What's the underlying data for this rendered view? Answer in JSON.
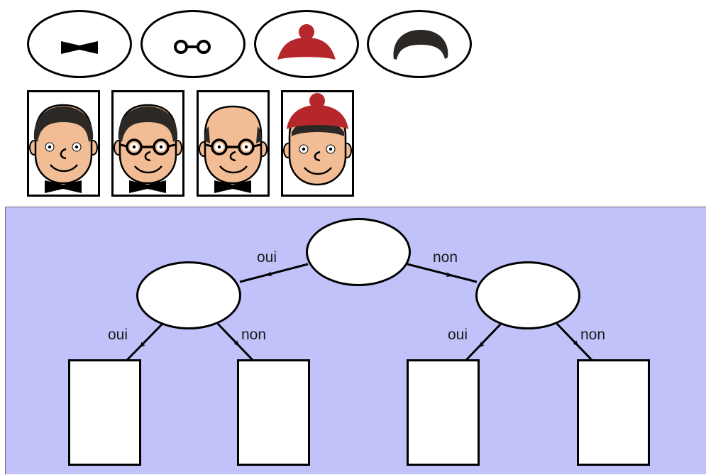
{
  "tokens": [
    {
      "icon": "bowtie-icon"
    },
    {
      "icon": "glasses-icon"
    },
    {
      "icon": "red-bun-hat-icon"
    },
    {
      "icon": "dark-hair-icon"
    }
  ],
  "cards": [
    {
      "face": "face-dark-hair-bowtie"
    },
    {
      "face": "face-dark-hair-glasses-bowtie"
    },
    {
      "face": "face-bald-glasses-bowtie"
    },
    {
      "face": "face-red-hat"
    }
  ],
  "tree": {
    "edge_labels": {
      "root_left": "oui",
      "root_right": "non",
      "left_left": "oui",
      "left_right": "non",
      "right_left": "oui",
      "right_right": "non"
    }
  },
  "colors": {
    "board": "#c2c2fb",
    "skin": "#f2bd94",
    "hair": "#2b2825",
    "hat": "#b5272a"
  }
}
